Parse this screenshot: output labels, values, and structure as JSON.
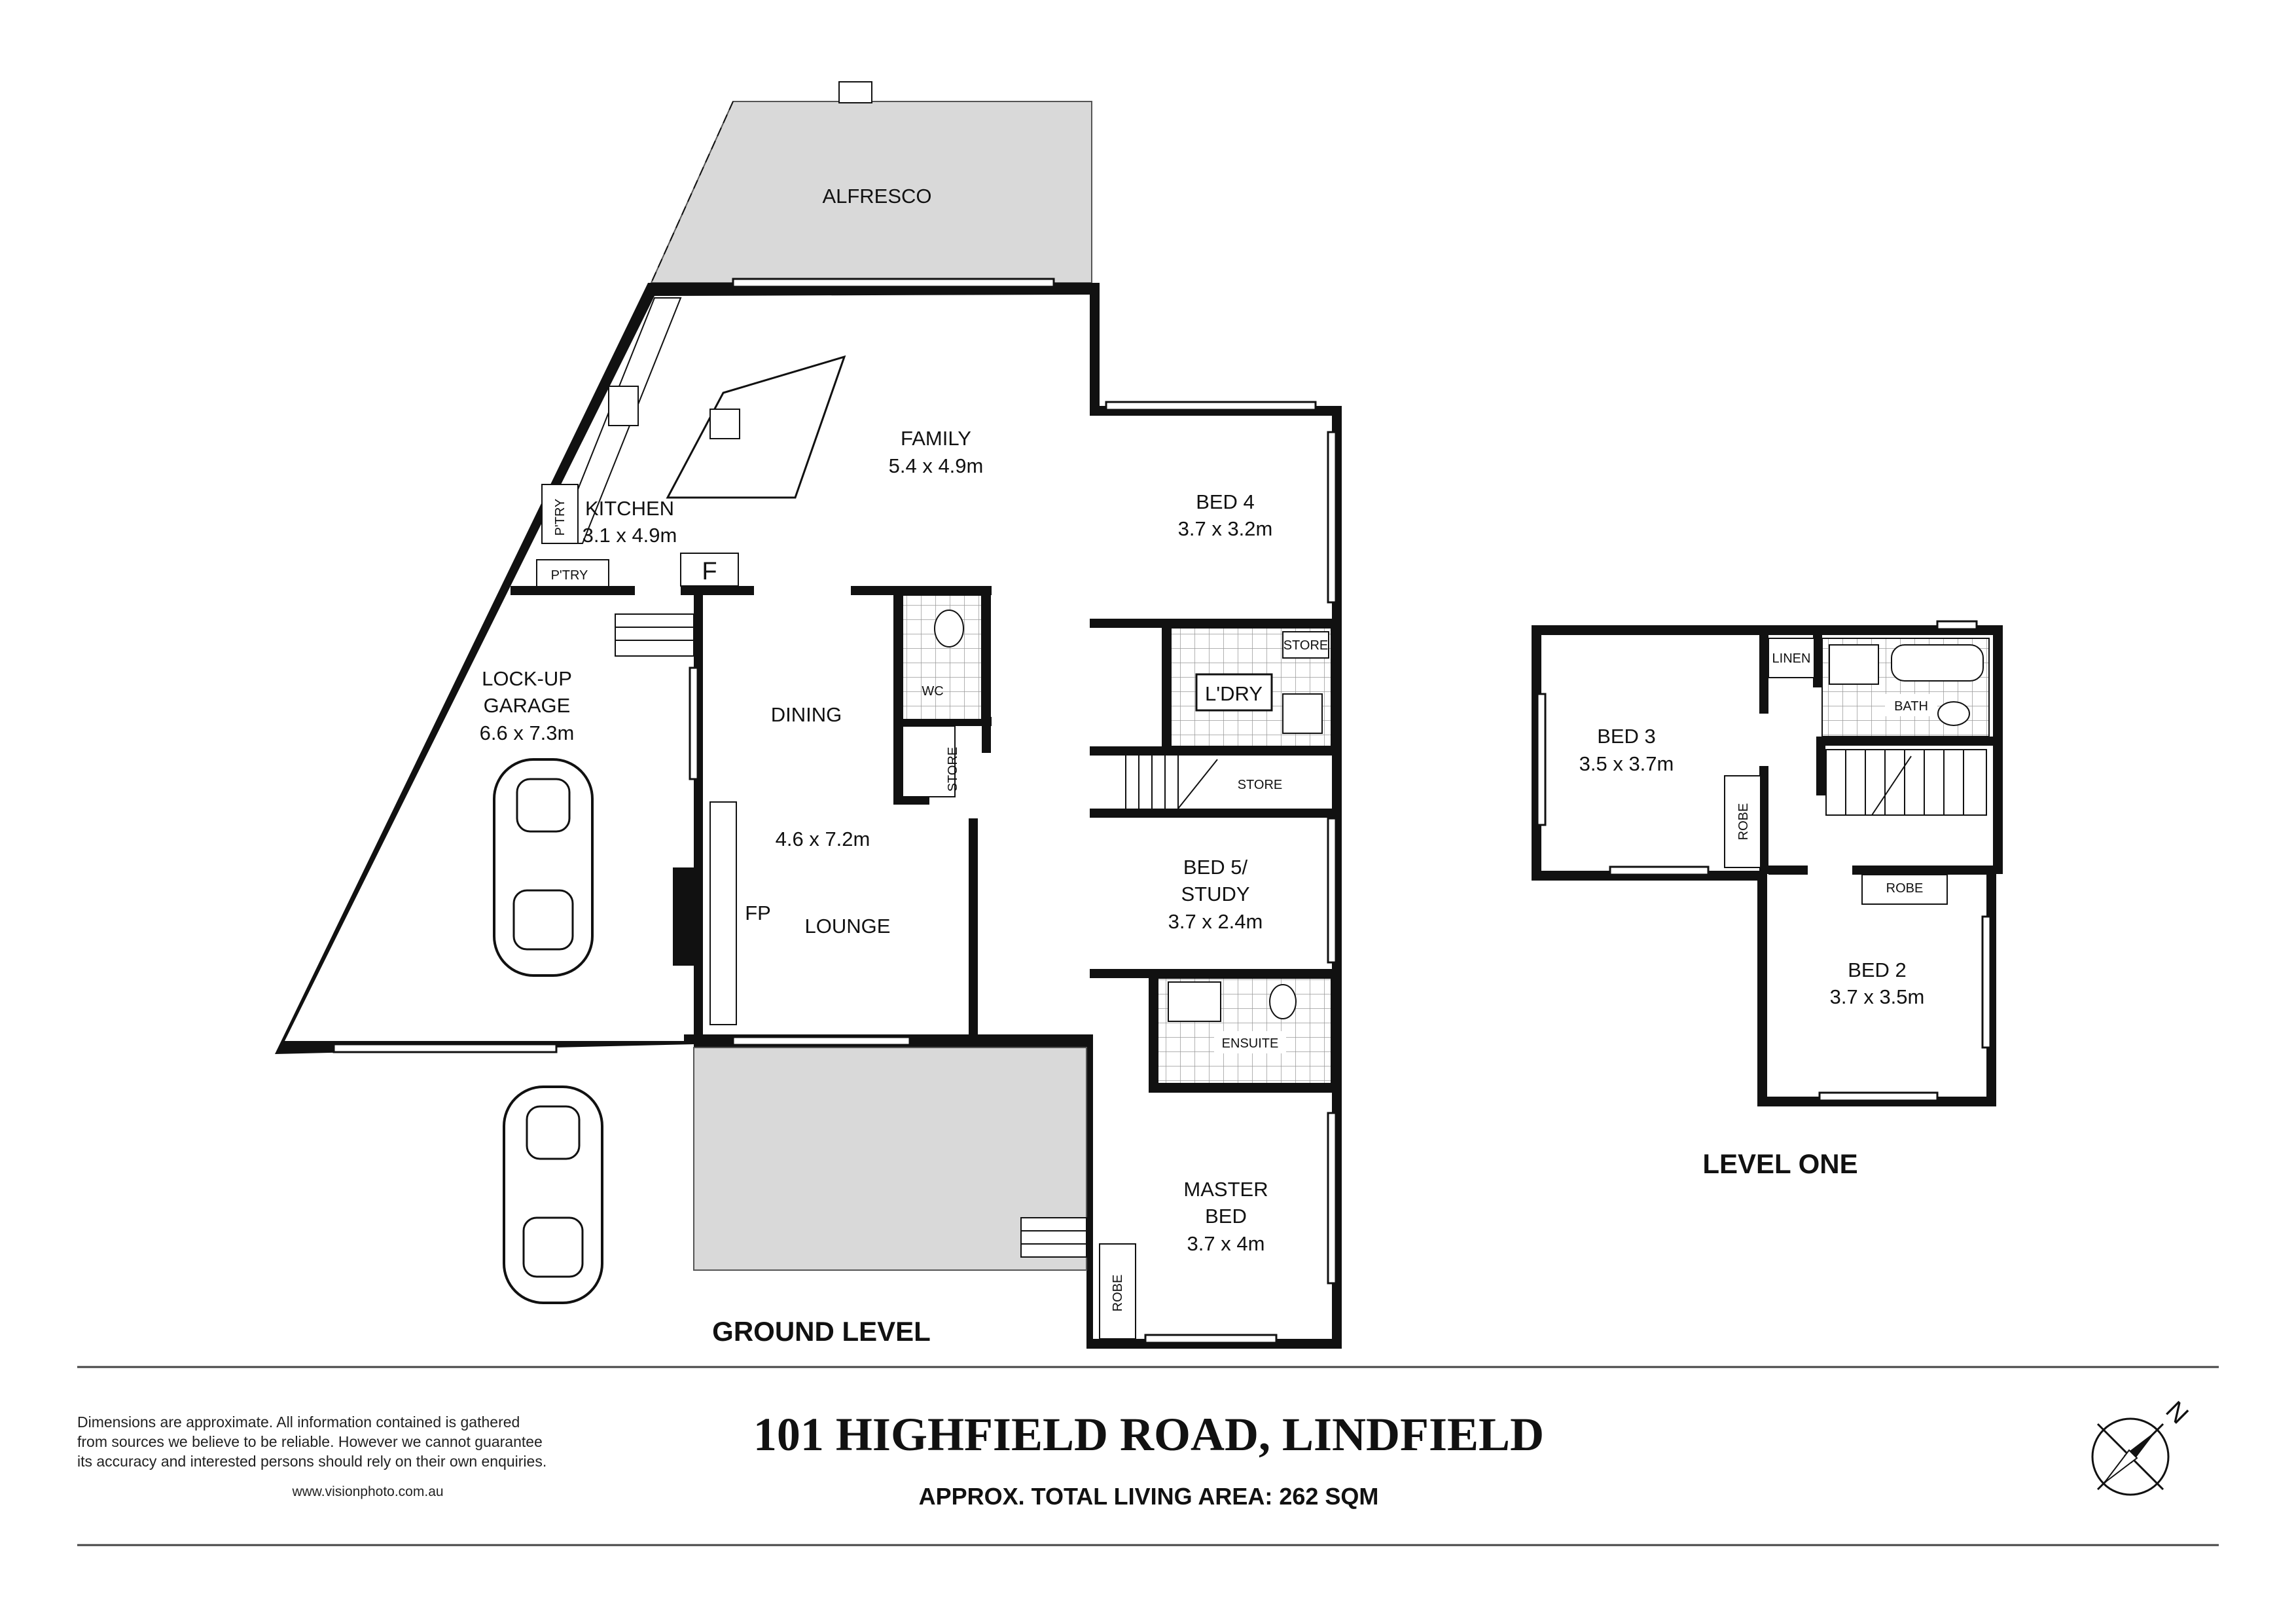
{
  "rooms": {
    "alfresco": "ALFRESCO",
    "family": "FAMILY",
    "family_dim": "5.4 x 4.9m",
    "kitchen": "KITCHEN",
    "kitchen_dim": "3.1 x 4.9m",
    "pantry_1": "P'TRY",
    "pantry_2": "P'TRY",
    "fridge": "F",
    "garage": "LOCK-UP",
    "garage_2": "GARAGE",
    "garage_dim": "6.6 x 7.3m",
    "dining": "DINING",
    "dining_dim": "4.6 x 7.2m",
    "fireplace": "FP",
    "lounge": "LOUNGE",
    "wc": "WC",
    "store_1": "STORE",
    "bed4": "BED 4",
    "bed4_dim": "3.7 x 3.2m",
    "laundry": "L'DRY",
    "store_2": "STORE",
    "store_3": "STORE",
    "bed5_1": "BED 5/",
    "bed5_2": "STUDY",
    "bed5_dim": "3.7 x 2.4m",
    "ensuite": "ENSUITE",
    "master_1": "MASTER",
    "master_2": "BED",
    "master_dim": "3.7 x 4m",
    "robe_1": "ROBE",
    "linen": "LINEN",
    "bath": "BATH",
    "bed3": "BED 3",
    "bed3_dim": "3.5 x 3.7m",
    "robe_2": "ROBE",
    "robe_3": "ROBE",
    "bed2": "BED 2",
    "bed2_dim": "3.7 x 3.5m"
  },
  "levels": {
    "ground": "GROUND LEVEL",
    "one": "LEVEL ONE"
  },
  "footer": {
    "disclaimer_1": "Dimensions  are  approximate.  All  information contained is  gathered",
    "disclaimer_2": "from sources we believe to be reliable.  However we cannot guarantee",
    "disclaimer_3": "its accuracy and interested persons should rely on their own enquiries.",
    "website": "www.visionphoto.com.au",
    "address": "101 HIGHFIELD ROAD, LINDFIELD",
    "area": "APPROX. TOTAL LIVING AREA: 262 SQM",
    "north": "N"
  }
}
